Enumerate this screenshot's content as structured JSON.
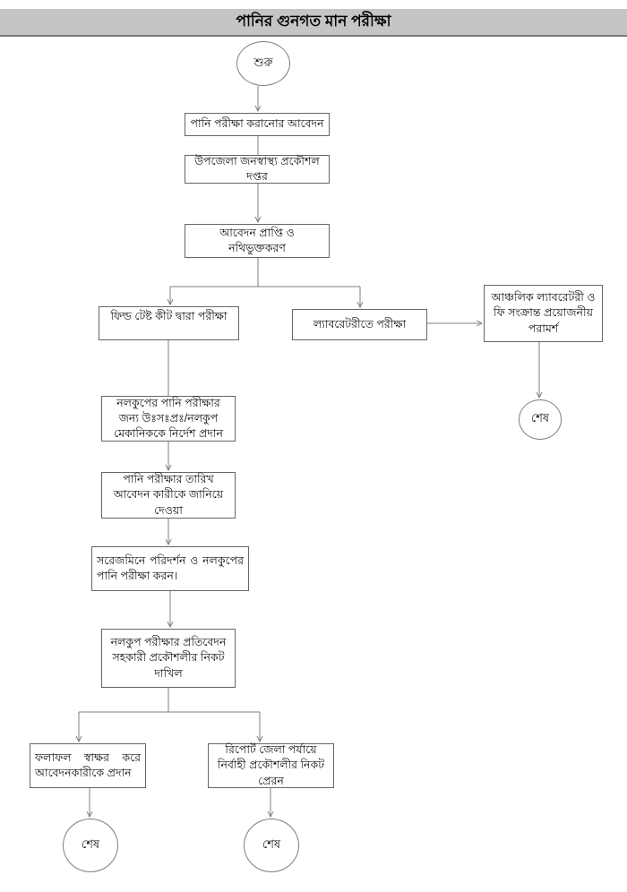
{
  "header": {
    "title": "পানির গুনগত মান পরীক্ষা"
  },
  "terminators": {
    "start": "শুরু",
    "end": "শেষ"
  },
  "nodes": {
    "application": "পানি পরীক্ষা করানোর আবেদন",
    "upazila_office": "উপজেলা জনস্বাস্থ্য প্রকৌশল দপ্তর",
    "receipt": "আবেদন প্রাপ্তি ও নথিভুক্তকরণ",
    "field_test": "ফিল্ড টেষ্ট কীট দ্বারা পরীক্ষা",
    "lab_test": "ল্যাবরেটরীতে পরীক্ষা",
    "regional_lab": "আঞ্চলিক ল্যাবরেটরী ও ফি সংক্রান্ত প্রয়োজনীয় পরামর্শ",
    "mechanic_order": "নলকুপের পানি পরীক্ষার জন্য উঃসঃপ্রঃ/নলকুপ মেকানিককে নির্দেশ প্রদান",
    "inform_date": "পানি পরীক্ষার তারিখ আবেদন কারীকে জানিয়ে দেওয়া",
    "site_visit": "সরেজমিনে পরিদর্শন ও নলকুপের পানি পরীক্ষা করন।",
    "report_submit": "নলকুপ পরীক্ষার প্রতিবেদন সহকারী প্রকৌশলীর নিকট দাখিল",
    "result_sign": "ফলাফল স্বাক্ষর করে আবেদনকারীকে প্রদান",
    "report_district": "রিপোর্ট জেলা পর্যায়ে নির্বাহী প্রকৌশলীর নিকট প্রেরন"
  },
  "colors": {
    "header_bg": "#c5c5c5",
    "header_border": "#7a7a7a",
    "line": "#7f7f7f",
    "box_border": "#666666",
    "text": "#111111"
  }
}
